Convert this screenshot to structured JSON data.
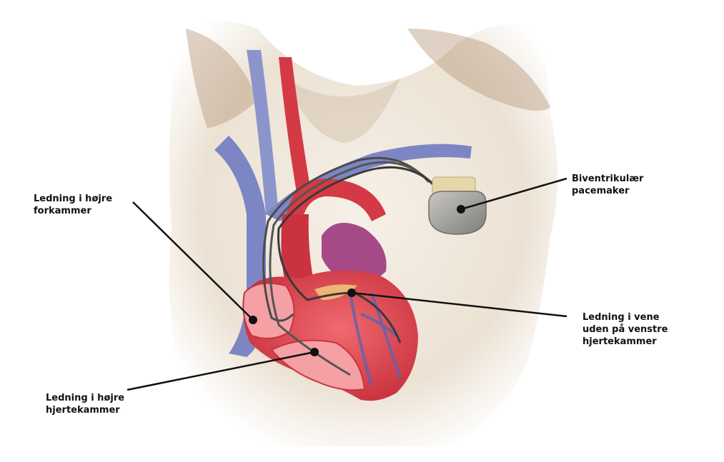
{
  "labels": {
    "right_atrium_lead": {
      "line1": "Ledning i højre",
      "line2": "forkammer"
    },
    "right_ventricle_lead": {
      "line1": "Ledning i højre",
      "line2": "hjertekammer"
    },
    "pacemaker": {
      "line1": "Biventrikulær",
      "line2": "pacemaker"
    },
    "left_ventricle_lead": {
      "line1": "Ledning i vene",
      "line2": "uden på venstre",
      "line3": "hjertekammer"
    }
  },
  "colors": {
    "skin": "#efe6da",
    "skin_shadow": "#b79a7c",
    "vein": "#7d86c4",
    "artery": "#d43a45",
    "heart": "#e8525c",
    "pulmonary": "#a54a86",
    "device": "#9a9896",
    "header": "#e6d6a8",
    "lead_wire": "#4a4a4a",
    "callout_line": "#111111"
  }
}
